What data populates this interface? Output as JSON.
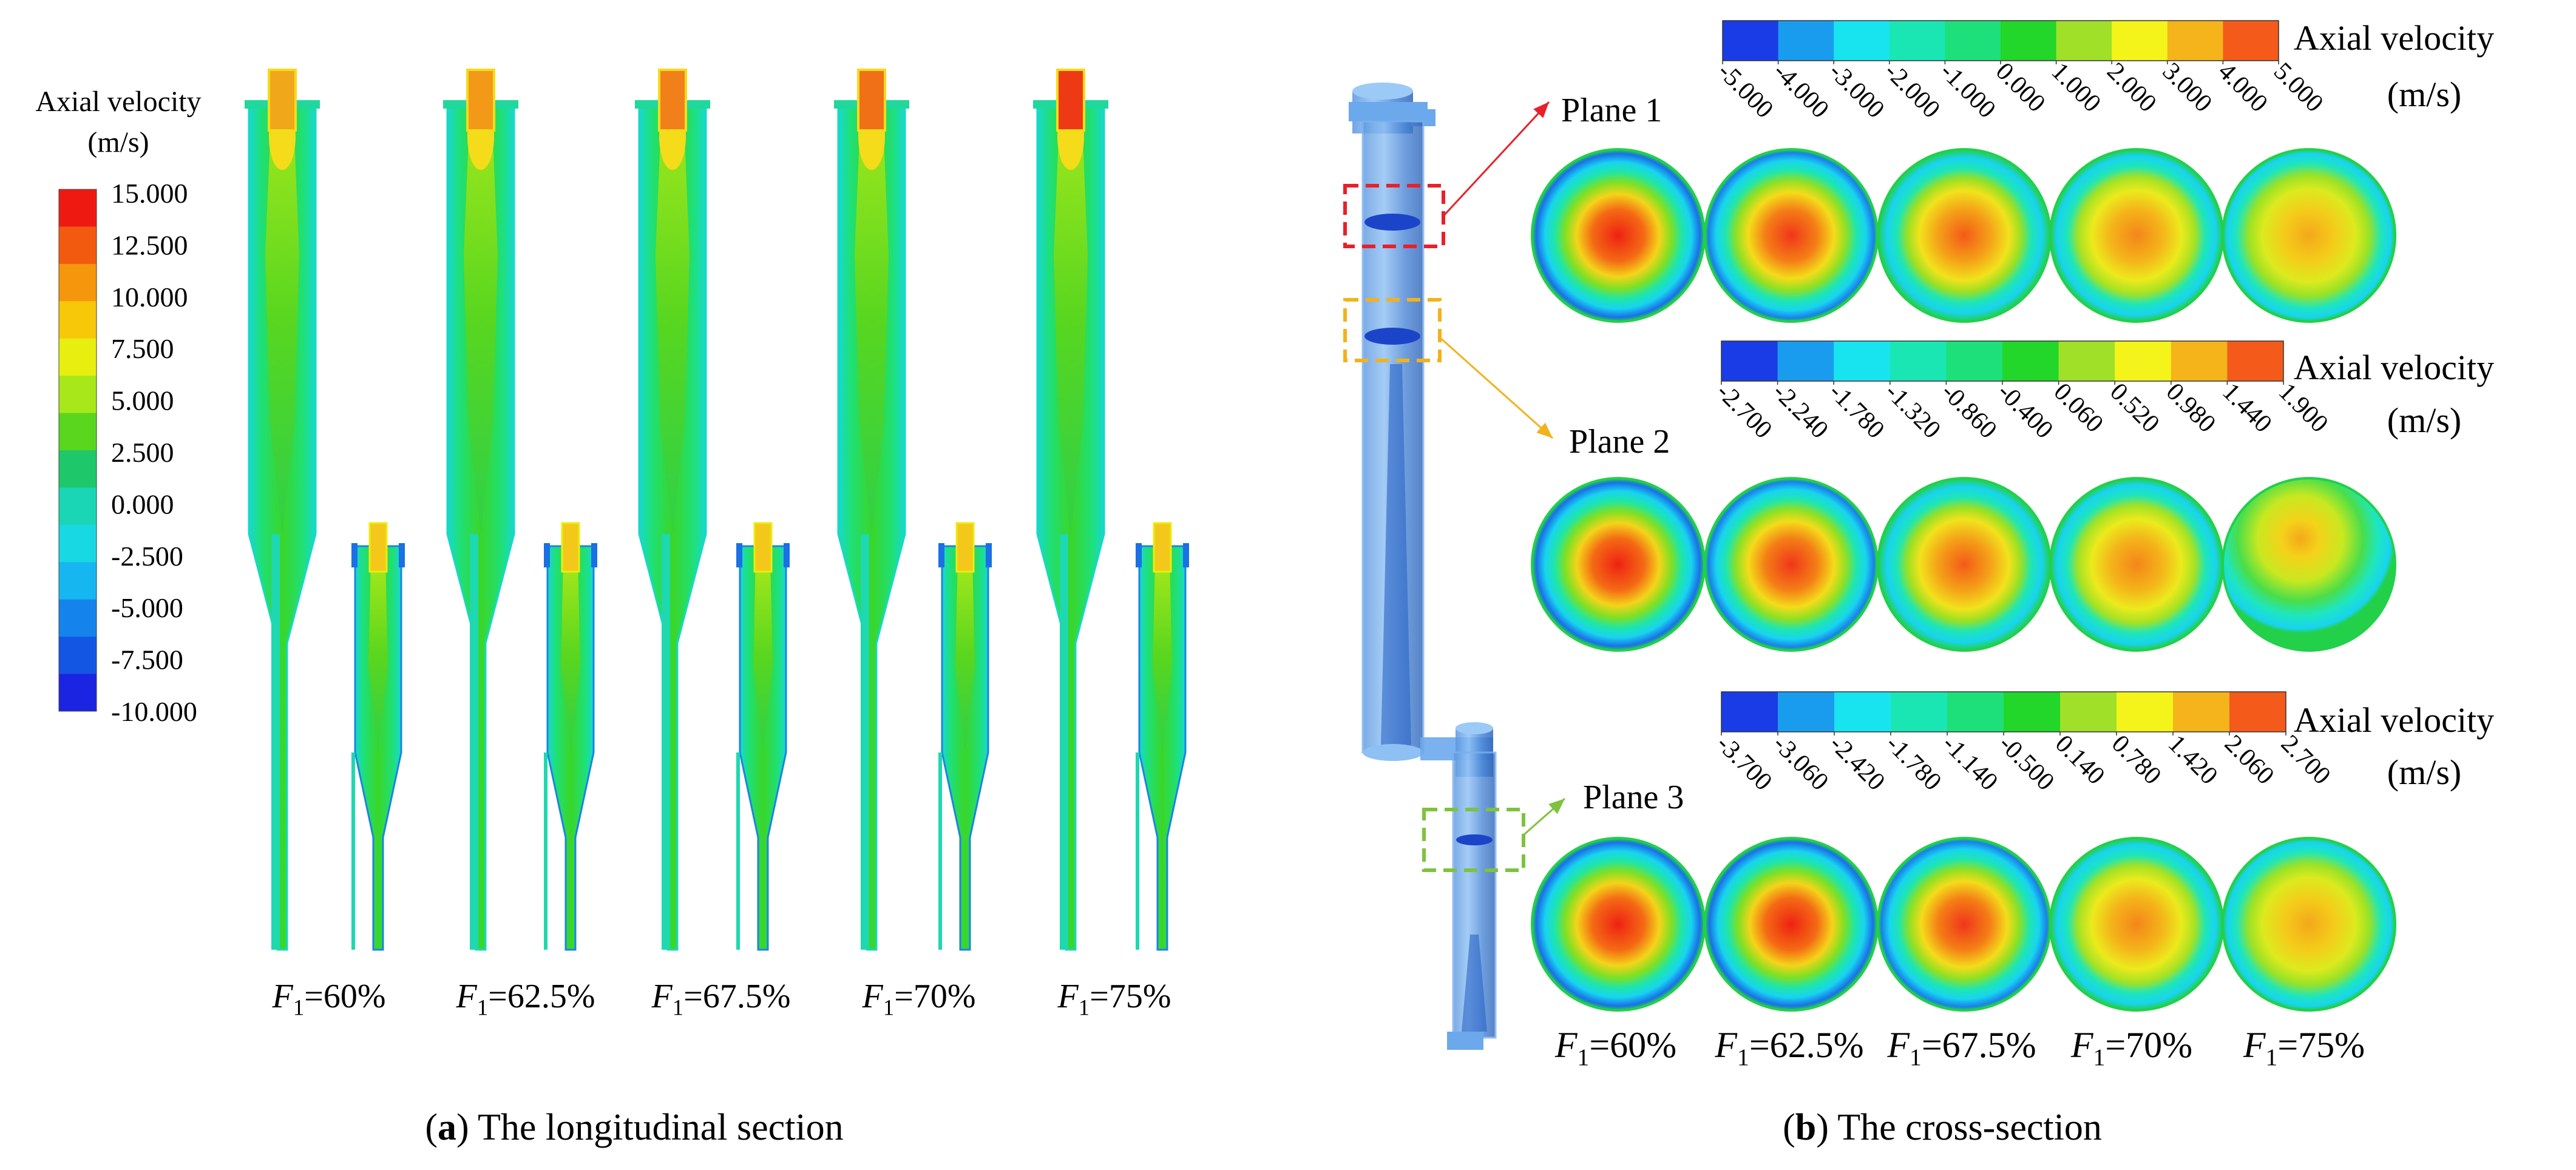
{
  "left_panel": {
    "legend_title_1": "Axial velocity",
    "legend_title_2": "(m/s)",
    "legend_ticks": [
      "15.000",
      "12.500",
      "10.000",
      "7.500",
      "5.000",
      "2.500",
      "0.000",
      "-2.500",
      "-5.000",
      "-7.500",
      "-10.000"
    ],
    "case_labels": [
      {
        "sym": "F",
        "sub": "1",
        "val": "=60%"
      },
      {
        "sym": "F",
        "sub": "1",
        "val": "=62.5%"
      },
      {
        "sym": "F",
        "sub": "1",
        "val": "=67.5%"
      },
      {
        "sym": "F",
        "sub": "1",
        "val": "=70%"
      },
      {
        "sym": "F",
        "sub": "1",
        "val": "=75%"
      }
    ],
    "caption_letter": "a",
    "caption_text": " The longitudinal section"
  },
  "right_panel": {
    "plane_labels": [
      "Plane 1",
      "Plane 2",
      "Plane 3"
    ],
    "colorbars": [
      {
        "title_1": "Axial velocity",
        "title_2": "(m/s)",
        "ticks": [
          "-5.000",
          "-4.000",
          "-3.000",
          "-2.000",
          "-1.000",
          "0.000",
          "1.000",
          "2.000",
          "3.000",
          "4.000",
          "5.000"
        ]
      },
      {
        "title_1": "Axial velocity",
        "title_2": "(m/s)",
        "ticks": [
          "-2.700",
          "-2.240",
          "-1.780",
          "-1.320",
          "-0.860",
          "-0.400",
          "0.060",
          "0.520",
          "0.980",
          "1.440",
          "1.900"
        ]
      },
      {
        "title_1": "Axial velocity",
        "title_2": "(m/s)",
        "ticks": [
          "-3.700",
          "-3.060",
          "-2.420",
          "-1.780",
          "-1.140",
          "-0.500",
          "0.140",
          "0.780",
          "1.420",
          "2.060",
          "2.700"
        ]
      }
    ],
    "case_labels": [
      {
        "sym": "F",
        "sub": "1",
        "val": "=60%"
      },
      {
        "sym": "F",
        "sub": "1",
        "val": "=62.5%"
      },
      {
        "sym": "F",
        "sub": "1",
        "val": "=67.5%"
      },
      {
        "sym": "F",
        "sub": "1",
        "val": "=70%"
      },
      {
        "sym": "F",
        "sub": "1",
        "val": "=75%"
      }
    ],
    "caption_letter": "b",
    "caption_text": " The cross-section"
  },
  "colors": {
    "legend_left": [
      "#ee1a12",
      "#f25a10",
      "#f5960c",
      "#f7c80a",
      "#e8ee10",
      "#a8e81a",
      "#5ad61e",
      "#1ec86a",
      "#1ad6b4",
      "#18d8e4",
      "#16b6f0",
      "#1484ec",
      "#1456e4",
      "#1b24e0"
    ],
    "legend_right": [
      "#1a3ce6",
      "#1a9cee",
      "#18e4f0",
      "#1ae6b4",
      "#1ee07a",
      "#22d62a",
      "#a0e028",
      "#f4f41a",
      "#f4b41a",
      "#f45a1a"
    ],
    "plane1_box": "#e8202a",
    "plane2_box": "#f2b21c",
    "plane3_box": "#7ec23e"
  }
}
